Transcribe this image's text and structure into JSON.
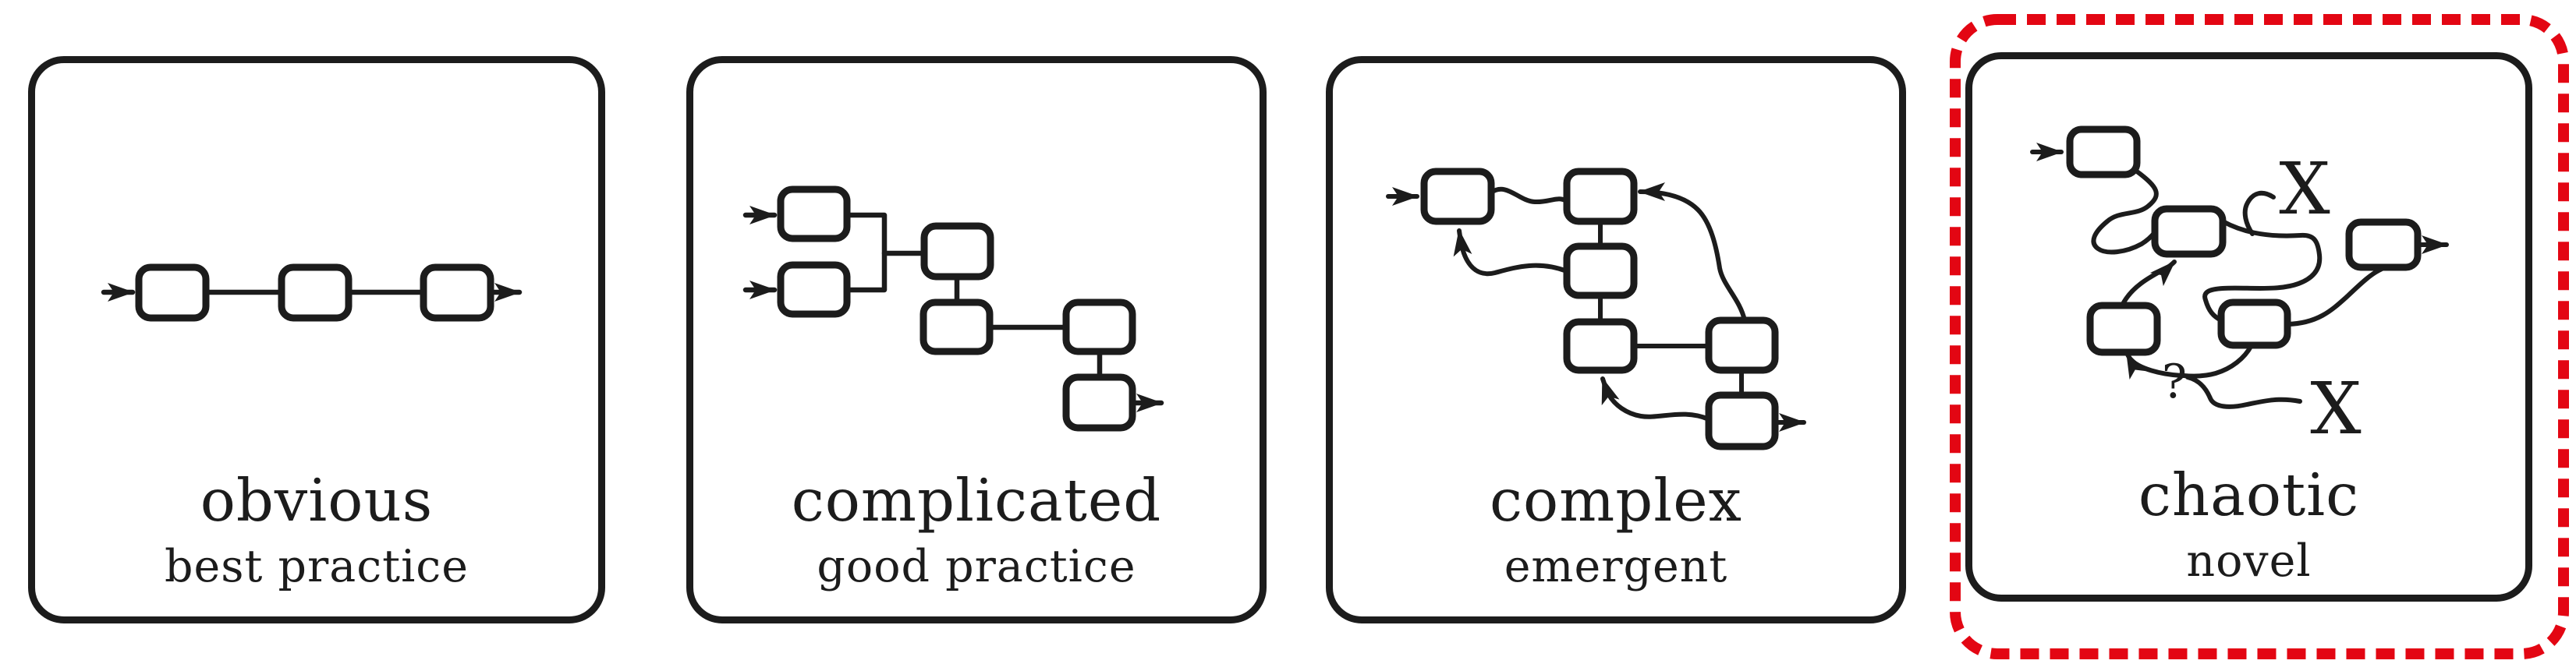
{
  "figure": {
    "description": "Hand-drawn four-panel sketch of flow diagrams, fourth panel highlighted with red dashed outline",
    "colors": {
      "ink": "#1c1c1c",
      "highlight": "#e30613",
      "background": "#ffffff"
    },
    "panels": [
      {
        "id": "obvious",
        "title": "obvious",
        "subtitle": "best practice",
        "highlighted": false
      },
      {
        "id": "complicated",
        "title": "complicated",
        "subtitle": "good practice",
        "highlighted": false
      },
      {
        "id": "complex",
        "title": "complex",
        "subtitle": "emergent",
        "highlighted": false
      },
      {
        "id": "chaotic",
        "title": "chaotic",
        "subtitle": "novel",
        "highlighted": true,
        "annotations": {
          "dead_end_top": "X",
          "dead_end_bottom": "X",
          "uncertain_link": "?"
        }
      }
    ]
  }
}
